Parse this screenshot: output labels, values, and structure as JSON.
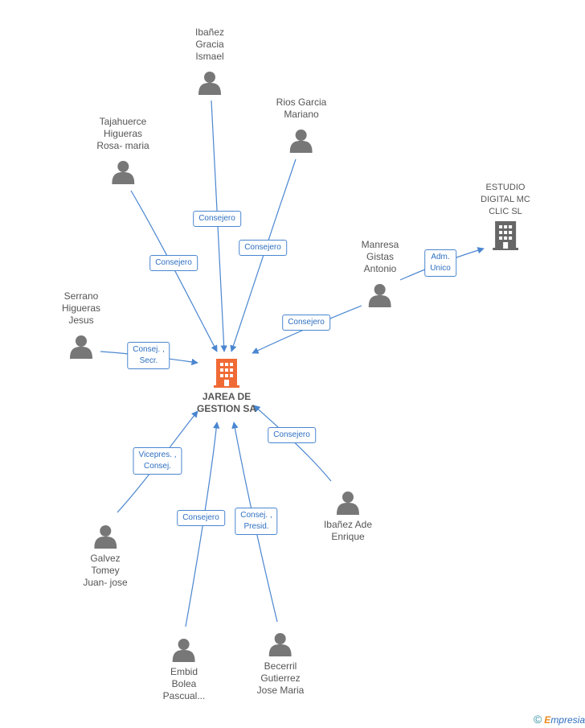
{
  "center": {
    "label": "JAREA DE\nGESTION SA",
    "icon": "building-icon",
    "color": "#f06a35"
  },
  "persons": [
    {
      "id": "ibanez-gracia",
      "label": "Ibañez\nGracia\nIsmael",
      "icon": "person-icon"
    },
    {
      "id": "rios-garcia",
      "label": "Rios Garcia\nMariano",
      "icon": "person-icon"
    },
    {
      "id": "tajahuerce",
      "label": "Tajahuerce\nHigueras\nRosa- maria",
      "icon": "person-icon"
    },
    {
      "id": "serrano",
      "label": "Serrano\nHigueras\nJesus",
      "icon": "person-icon"
    },
    {
      "id": "manresa",
      "label": "Manresa\nGistas\nAntonio",
      "icon": "person-icon"
    },
    {
      "id": "galvez",
      "label": "Galvez\nTomey\nJuan- jose",
      "icon": "person-icon"
    },
    {
      "id": "embid",
      "label": "Embid\nBolea\nPascual...",
      "icon": "person-icon"
    },
    {
      "id": "becerril",
      "label": "Becerril\nGutierrez\nJose Maria",
      "icon": "person-icon"
    },
    {
      "id": "ibanez-ade",
      "label": "Ibañez Ade\nEnrique",
      "icon": "person-icon"
    }
  ],
  "companies": [
    {
      "id": "estudio",
      "label": "ESTUDIO\nDIGITAL MC\nCLIC SL",
      "icon": "building-icon",
      "color": "#666666"
    }
  ],
  "roles": [
    {
      "id": "r-ibanez-gracia",
      "label": "Consejero"
    },
    {
      "id": "r-rios",
      "label": "Consejero"
    },
    {
      "id": "r-tajahuerce",
      "label": "Consejero"
    },
    {
      "id": "r-serrano",
      "label": "Consej. ,\nSecr."
    },
    {
      "id": "r-manresa",
      "label": "Consejero"
    },
    {
      "id": "r-manresa-estudio",
      "label": "Adm.\nUnico"
    },
    {
      "id": "r-galvez",
      "label": "Vicepres. ,\nConsej."
    },
    {
      "id": "r-embid",
      "label": "Consejero"
    },
    {
      "id": "r-becerril",
      "label": "Consej. ,\nPresid."
    },
    {
      "id": "r-ibanez-ade",
      "label": "Consejero"
    }
  ],
  "colors": {
    "edge": "#4a86d0",
    "person": "#777777",
    "text": "#555555"
  },
  "brand": {
    "symbol": "©",
    "initial": "E",
    "rest": "mpresia"
  }
}
